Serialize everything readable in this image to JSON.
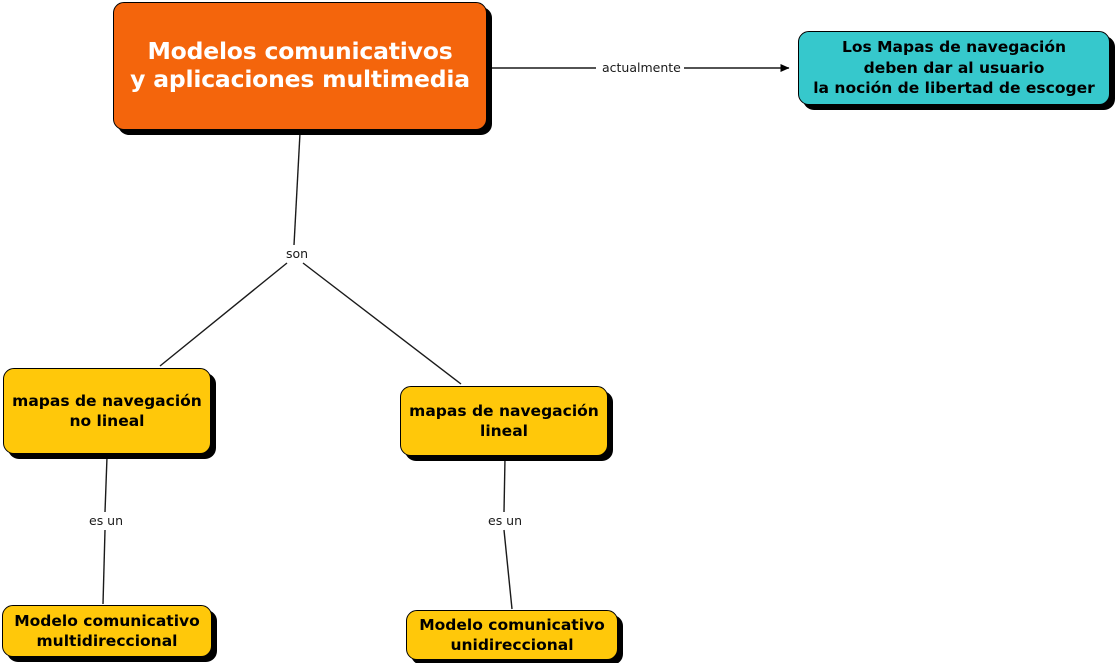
{
  "diagram": {
    "title": "Modelos comunicativos y aplicaciones multimedia",
    "type": "concept-map",
    "colors": {
      "root": "#f4650c",
      "teal": "#36c8cc",
      "yellow": "#ffc80a",
      "outline": "#000000",
      "shadow": "#000000",
      "background": "#ffffff",
      "root_text": "#ffffff",
      "node_text": "#000000",
      "edge_line": "#1a1a1a"
    },
    "nodes": [
      {
        "id": "root",
        "label": "Modelos comunicativos\ny aplicaciones multimedia",
        "shape": "rounded-rectangle",
        "fill": "#f4650c"
      },
      {
        "id": "teal",
        "label": "Los Mapas de navegación\ndeben dar al usuario\nla noción de libertad de escoger",
        "shape": "rounded-rectangle",
        "fill": "#36c8cc"
      },
      {
        "id": "no-lineal",
        "label": "mapas de navegación\nno lineal",
        "shape": "rounded-rectangle",
        "fill": "#ffc80a"
      },
      {
        "id": "lineal",
        "label": "mapas de navegación\nlineal",
        "shape": "rounded-rectangle",
        "fill": "#ffc80a"
      },
      {
        "id": "multidireccional",
        "label": "Modelo comunicativo\nmultidireccional",
        "shape": "rounded-rectangle",
        "fill": "#ffc80a"
      },
      {
        "id": "unidireccional",
        "label": "Modelo comunicativo\nunidireccional",
        "shape": "rounded-rectangle",
        "fill": "#ffc80a"
      }
    ],
    "edges": [
      {
        "id": "edge-actualmente",
        "from": "root",
        "to": "teal",
        "label": "actualmente",
        "arrow": true
      },
      {
        "id": "edge-son",
        "from": "root",
        "to": "no-lineal, lineal",
        "label": "son",
        "arrow": false
      },
      {
        "id": "edge-es-un-left",
        "from": "no-lineal",
        "to": "multidireccional",
        "label": "es un",
        "arrow": false
      },
      {
        "id": "edge-es-un-right",
        "from": "lineal",
        "to": "unidireccional",
        "label": "es un",
        "arrow": false
      }
    ]
  }
}
